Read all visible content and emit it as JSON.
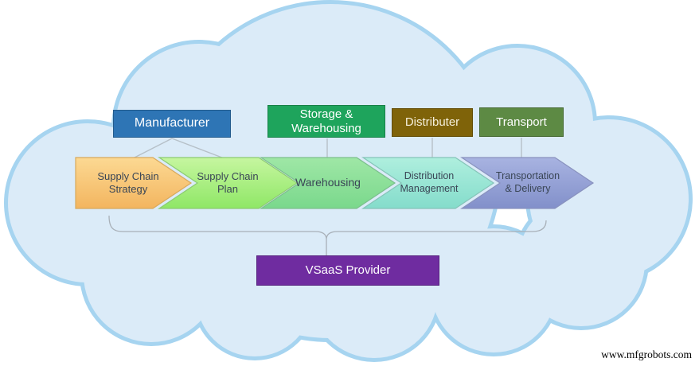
{
  "cloud": {
    "fill": "#DBEBF8",
    "stroke": "#A6D4F0"
  },
  "connector_color": "#B6C0C8",
  "bracket_color": "#A8B0B8",
  "top_boxes": [
    {
      "label": "Manufacturer",
      "color": "#2E75B5",
      "text_color": "#FFFFFF"
    },
    {
      "label": "Storage &\nWarehousing",
      "color": "#1EA45C",
      "text_color": "#FFFFFF"
    },
    {
      "label": "Distributer",
      "color": "#7F6309",
      "text_color": "#F6F0DC"
    },
    {
      "label": "Transport",
      "color": "#5D8A44",
      "text_color": "#FFFFFF"
    }
  ],
  "chevrons": [
    {
      "label": "Supply Chain\nStrategy",
      "colors": [
        "#FCD993",
        "#F3B55F"
      ],
      "border": "#D8A95B"
    },
    {
      "label": "Supply Chain\nPlan",
      "colors": [
        "#C6F6A0",
        "#8FE766"
      ],
      "border": "#8CCB72"
    },
    {
      "label": "Warehousing",
      "colors": [
        "#9FE7A6",
        "#7AD88C"
      ],
      "border": "#7CBF8D"
    },
    {
      "label": "Distribution\nManagement",
      "colors": [
        "#AFEFDE",
        "#84DCCB"
      ],
      "border": "#85C4B8"
    },
    {
      "label": "Transportation\n& Delivery",
      "colors": [
        "#A8B3E1",
        "#8290CA"
      ],
      "border": "#8992BE"
    }
  ],
  "provider_box": {
    "label": "VSaaS Provider",
    "color": "#6F2CA0",
    "text_color": "#FFFFFF"
  },
  "watermark": "www.mfgrobots.com"
}
